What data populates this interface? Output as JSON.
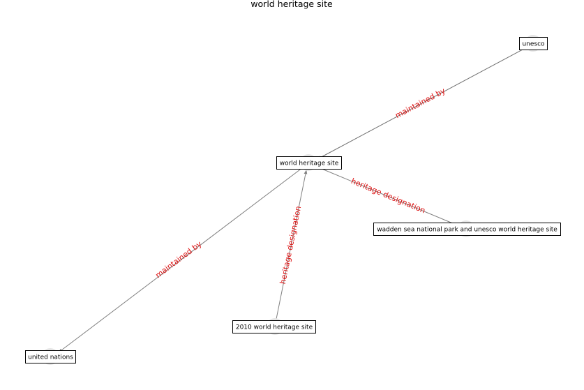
{
  "title": "world heritage site",
  "colors": {
    "edge": "#808080",
    "edge_dark": "#6e6e6e",
    "edge_label": "#dd1111",
    "node_dot": "#e6e6e6"
  },
  "nodes": {
    "unesco": "unesco",
    "world_heritage_site": "world heritage site",
    "wadden_sea": "wadden sea national park and unesco world heritage site",
    "heritage_2010": "2010 world heritage site",
    "united_nations": "united nations"
  },
  "edges": [
    {
      "from": "unesco",
      "to": "world heritage site",
      "label": "maintained by"
    },
    {
      "from": "world heritage site",
      "to": "wadden sea national park and unesco world heritage site",
      "label": "heritage designation"
    },
    {
      "from": "2010 world heritage site",
      "to": "world heritage site",
      "label": "heritage designation"
    },
    {
      "from": "world heritage site",
      "to": "united nations",
      "label": "maintained by"
    }
  ]
}
